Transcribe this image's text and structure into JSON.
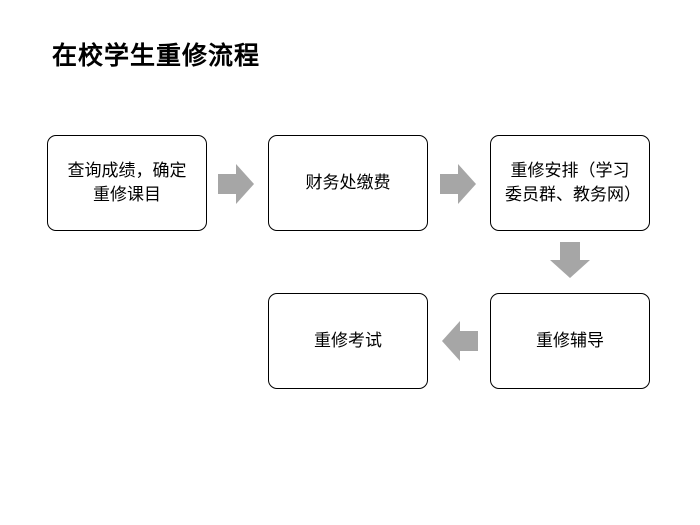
{
  "title": "在校学生重修流程",
  "colors": {
    "arrow": "#a6a6a6",
    "border": "#000000",
    "background": "#ffffff"
  },
  "steps": [
    {
      "label": "查询成绩，确定重修课目"
    },
    {
      "label": "财务处缴费"
    },
    {
      "label": "重修安排（学习委员群、教务网）"
    },
    {
      "label": "重修辅导"
    },
    {
      "label": "重修考试"
    }
  ]
}
